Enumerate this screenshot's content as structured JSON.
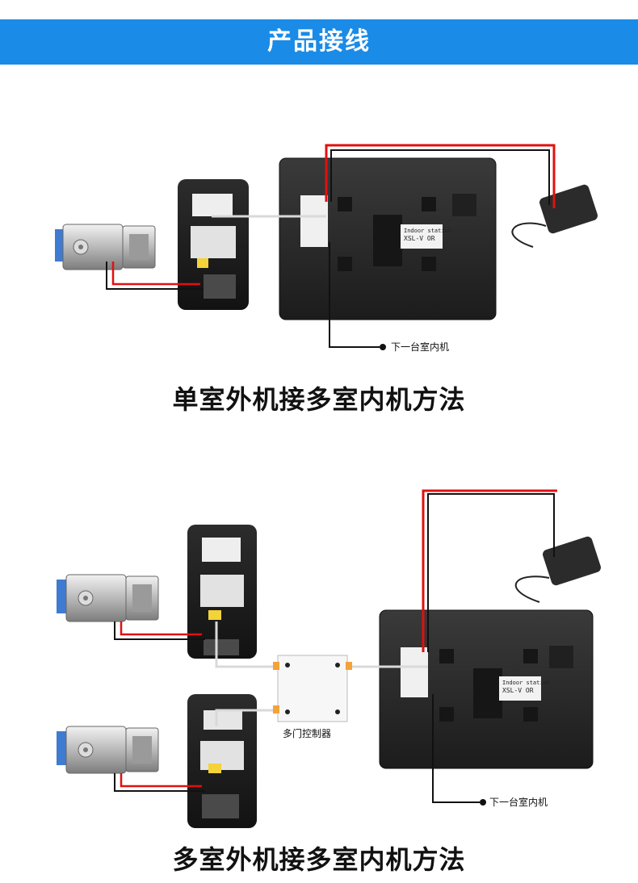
{
  "header": {
    "title": "产品接线"
  },
  "diagram1": {
    "caption": "单室外机接多室内机方法",
    "indoor_label_line1": "Indoor station",
    "indoor_label_line2": "XSL-V OR",
    "next_unit_label": "下一台室内机"
  },
  "diagram2": {
    "caption": "多室外机接多室内机方法",
    "controller_label": "多门控制器",
    "indoor_label_line1": "Indoor station",
    "indoor_label_line2": "XSL-V OR",
    "next_unit_label": "下一台室内机"
  },
  "colors": {
    "banner": "#1a8be6",
    "power_wire": "#e01010",
    "signal_wire": "#111111",
    "bus_wire": "#d9d9d9"
  }
}
